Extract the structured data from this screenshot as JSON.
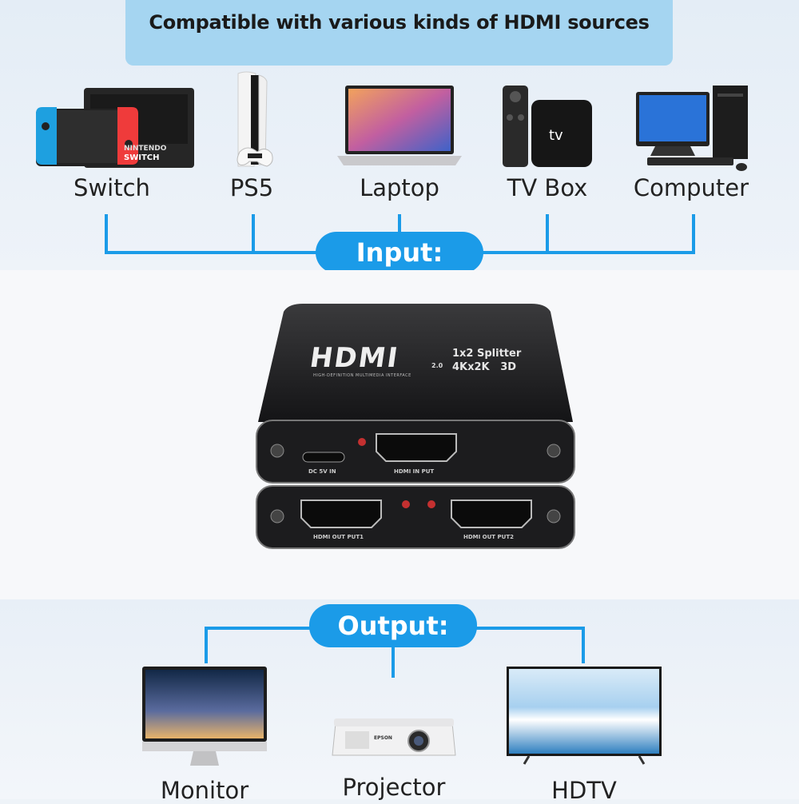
{
  "banner": {
    "text": "Compatible with various kinds of HDMI sources"
  },
  "input": {
    "heading": "Input:",
    "devices": [
      {
        "label": "Switch",
        "icon": "game-console-icon"
      },
      {
        "label": "PS5",
        "icon": "ps5-console-icon"
      },
      {
        "label": "Laptop",
        "icon": "laptop-icon"
      },
      {
        "label": "TV Box",
        "icon": "tv-box-icon"
      },
      {
        "label": "Computer",
        "icon": "desktop-computer-icon"
      }
    ]
  },
  "splitter": {
    "brand": "HDMI",
    "version": "2.0",
    "model_line1": "1x2 Splitter",
    "model_line2": "4Kx2K   3D",
    "tagline": "HIGH-DEFINITION MULTIMEDIA INTERFACE",
    "port_power": "DC 5V IN",
    "port_input": "HDMI IN PUT",
    "port_out1": "HDMI OUT PUT1",
    "port_out2": "HDMI OUT PUT2"
  },
  "output": {
    "heading": "Output:",
    "devices": [
      {
        "label": "Monitor",
        "icon": "monitor-icon"
      },
      {
        "label": "Projector",
        "icon": "projector-icon",
        "brand": "EPSON"
      },
      {
        "label": "HDTV",
        "icon": "hdtv-icon"
      }
    ]
  },
  "colors": {
    "accent": "#1b9be8",
    "banner": "#a5d5f1",
    "device_body": "#1c1c1e"
  }
}
